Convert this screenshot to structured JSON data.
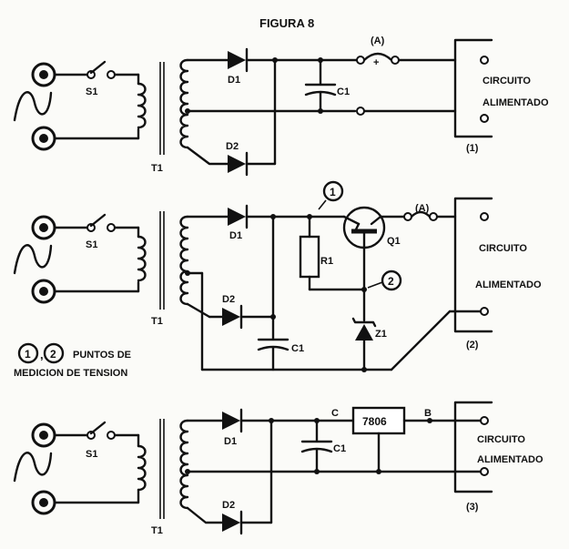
{
  "figure": {
    "title": "FIGURA 8",
    "legend": {
      "marker_1": "1",
      "marker_2": "2",
      "separator": ",",
      "line1": "PUNTOS DE",
      "line2": "MEDICION DE TENSION"
    }
  },
  "circuits": [
    {
      "switch": "S1",
      "transformer": "T1",
      "diode_top": "D1",
      "diode_bottom": "D2",
      "capacitor": "C1",
      "ammeter": "(A)",
      "ammeter_polarity": "+",
      "load_line1": "CIRCUITO",
      "load_line2": "ALIMENTADO",
      "number": "(1)"
    },
    {
      "switch": "S1",
      "transformer": "T1",
      "diode_top": "D1",
      "diode_bottom": "D2",
      "capacitor": "C1",
      "resistor": "R1",
      "transistor": "Q1",
      "zener": "Z1",
      "ammeter": "(A)",
      "point_1": "1",
      "point_2": "2",
      "load_line1": "CIRCUITO",
      "load_line2": "ALIMENTADO",
      "number": "(2)"
    },
    {
      "switch": "S1",
      "transformer": "T1",
      "diode_top": "D1",
      "diode_bottom": "D2",
      "capacitor": "C1",
      "regulator": "7806",
      "node_in": "C",
      "node_out": "B",
      "load_line1": "CIRCUITO",
      "load_line2": "ALIMENTADO",
      "number": "(3)"
    }
  ]
}
